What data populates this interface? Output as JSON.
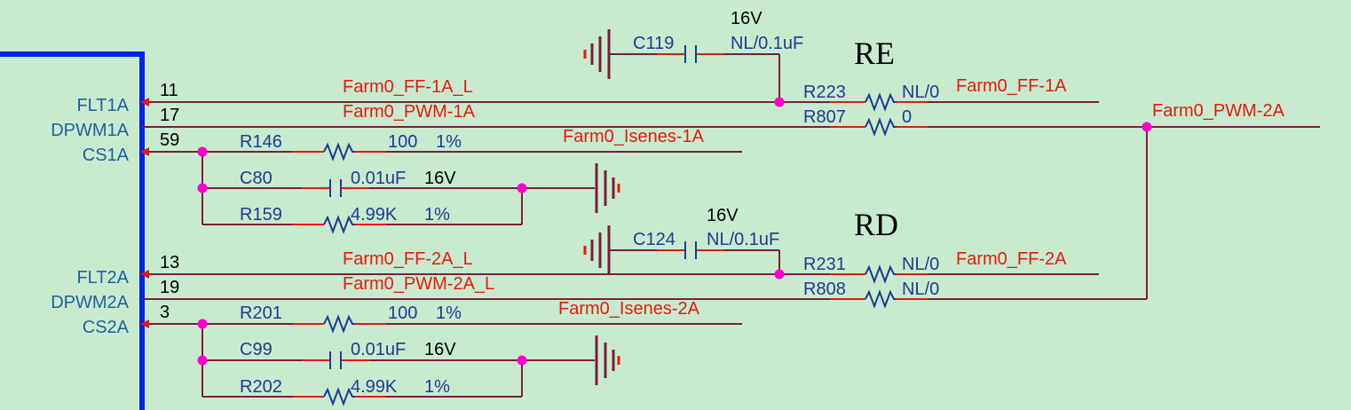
{
  "colors": {
    "background": "#c8ebd0",
    "wire": "#7a1e3a",
    "net_label": "#e8180c",
    "ref_label": "#1f3a8f",
    "pin_name": "#1f5f9a",
    "junction": "#ff00cc",
    "ic_body": "#0022ee"
  },
  "sections": {
    "top": "RE",
    "bottom": "RD"
  },
  "ic_pins": [
    {
      "name": "FLT1A",
      "number": "11"
    },
    {
      "name": "DPWM1A",
      "number": "17"
    },
    {
      "name": "CS1A",
      "number": "59"
    },
    {
      "name": "FLT2A",
      "number": "13"
    },
    {
      "name": "DPWM2A",
      "number": "19"
    },
    {
      "name": "CS2A",
      "number": "3"
    }
  ],
  "nets": {
    "ff1a_l": "Farm0_FF-1A_L",
    "pwm1a": "Farm0_PWM-1A",
    "isense1a": "Farm0_Isenes-1A",
    "ff1a": "Farm0_FF-1A",
    "pwm2a": "Farm0_PWM-2A",
    "ff2a_l": "Farm0_FF-2A_L",
    "pwm2a_l": "Farm0_PWM-2A_L",
    "isense2a": "Farm0_Isenes-2A",
    "ff2a": "Farm0_FF-2A"
  },
  "components": {
    "c119": {
      "ref": "C119",
      "value": "NL/0.1uF",
      "voltage": "16V"
    },
    "r223": {
      "ref": "R223",
      "value": "NL/0"
    },
    "r807": {
      "ref": "R807",
      "value": "0"
    },
    "r146": {
      "ref": "R146",
      "value": "100",
      "tol": "1%"
    },
    "c80": {
      "ref": "C80",
      "value": "0.01uF",
      "voltage": "16V"
    },
    "r159": {
      "ref": "R159",
      "value": "4.99K",
      "tol": "1%"
    },
    "c124": {
      "ref": "C124",
      "value": "NL/0.1uF",
      "voltage": "16V"
    },
    "r231": {
      "ref": "R231",
      "value": "NL/0"
    },
    "r808": {
      "ref": "R808",
      "value": "NL/0"
    },
    "r201": {
      "ref": "R201",
      "value": "100",
      "tol": "1%"
    },
    "c99": {
      "ref": "C99",
      "value": "0.01uF",
      "voltage": "16V"
    },
    "r202": {
      "ref": "R202",
      "value": "4.99K",
      "tol": "1%"
    }
  }
}
